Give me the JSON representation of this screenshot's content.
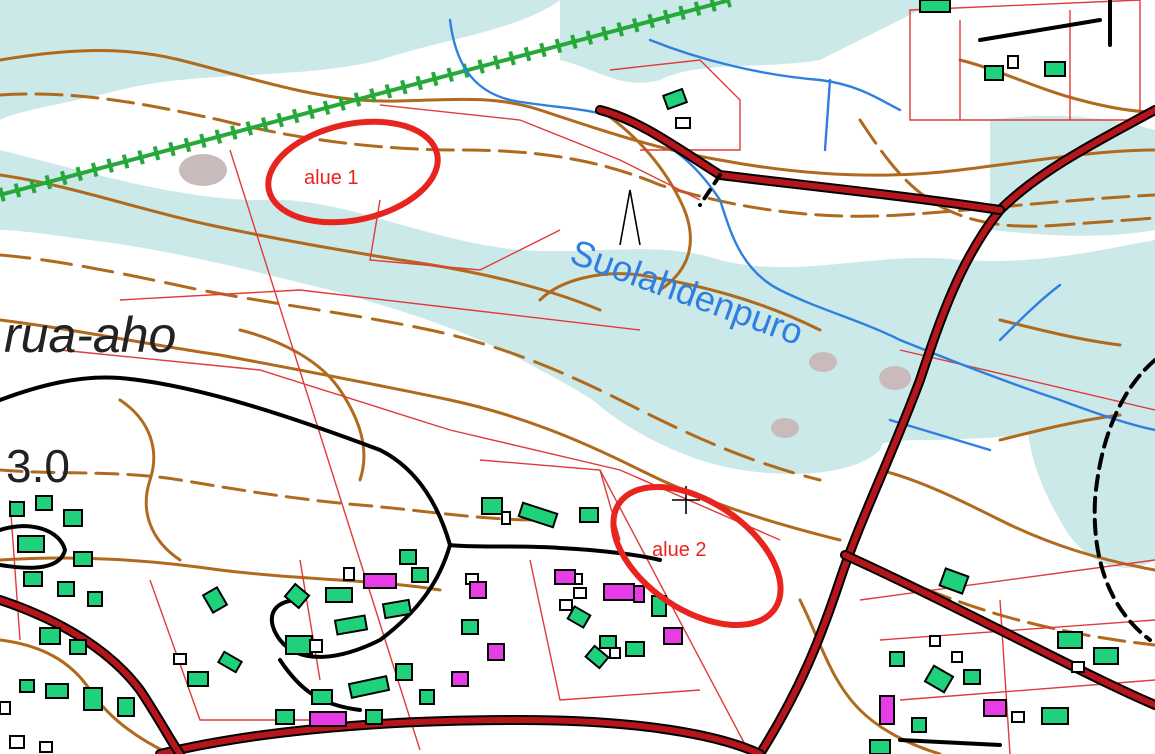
{
  "map": {
    "colors": {
      "paper": "#ffffff",
      "open_land": "#cce9ea",
      "contour": "#b06a1e",
      "property_line": "#e03a3a",
      "road_fill": "#b4161c",
      "road_casing": "#000000",
      "stream": "#2f7fe0",
      "power_line": "#27a83a",
      "building": "#1fd17a",
      "building_outline": "#000000",
      "special_building": "#e63de6",
      "rock": "#c9bbbb",
      "annotation": "#e8241f"
    },
    "labels": {
      "place_name": "rua-aho",
      "elevation": "3.0",
      "stream_name": "Suolahdenpuro"
    },
    "annotations": [
      {
        "id": "area-1",
        "text": "alue 1"
      },
      {
        "id": "area-2",
        "text": "alue 2"
      }
    ]
  }
}
